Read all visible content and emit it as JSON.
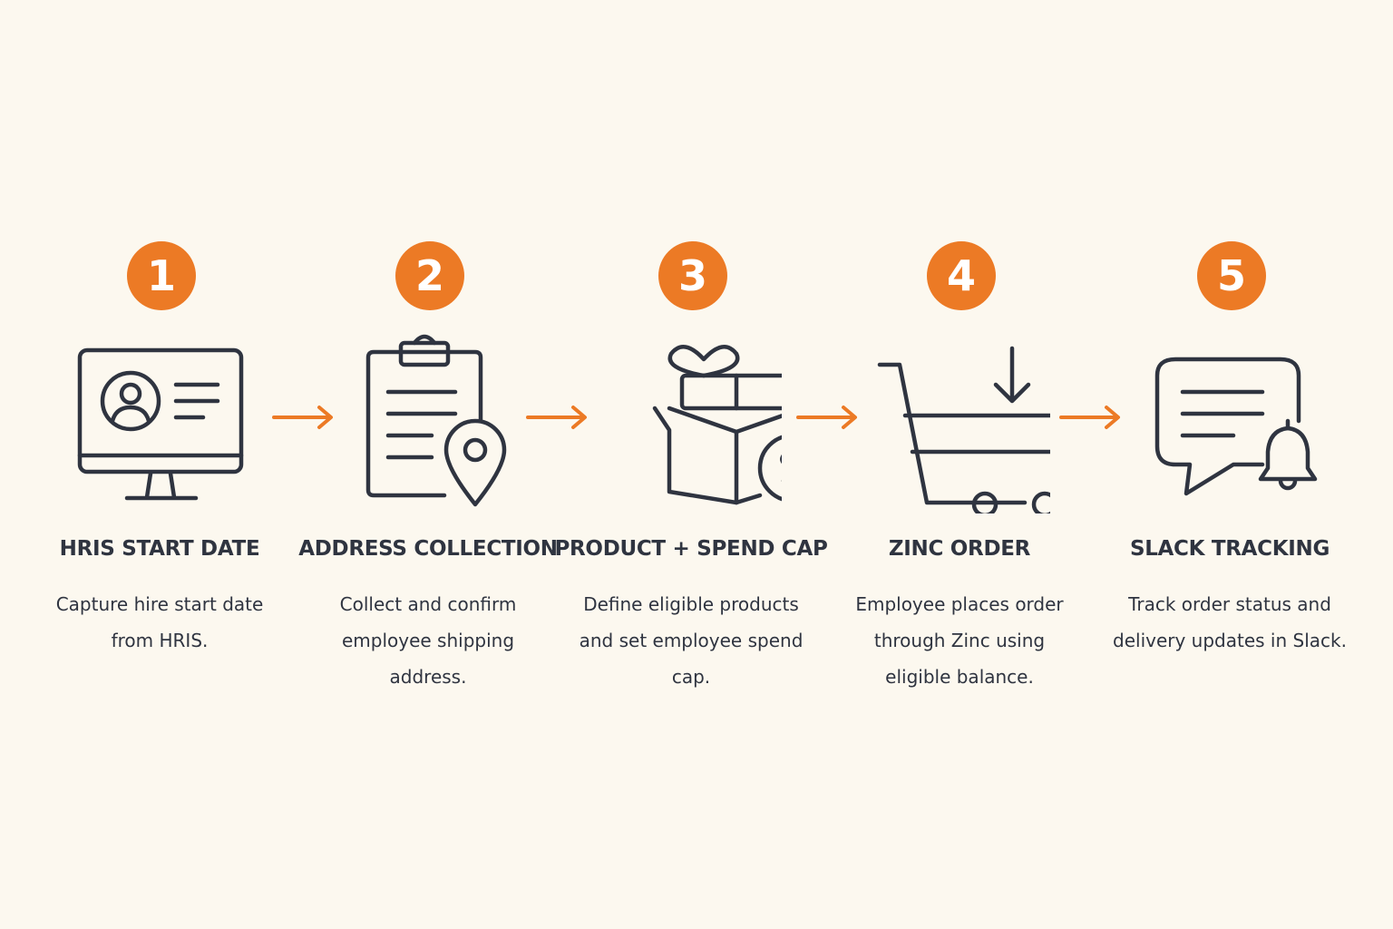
{
  "accent_color": "#ec7a25",
  "background_color": "#fcf8ef",
  "text_color": "#2f3440",
  "steps": [
    {
      "number": "1",
      "icon": "monitor-profile-icon",
      "title": "HRIS START DATE",
      "description": "Capture hire start date from HRIS."
    },
    {
      "number": "2",
      "icon": "clipboard-location-icon",
      "title": "ADDRESS COLLECTION",
      "description": "Collect and confirm employee shipping address."
    },
    {
      "number": "3",
      "icon": "gift-box-dollar-icon",
      "title": "PRODUCT + SPEND CAP",
      "description": "Define eligible products and set employee spend cap."
    },
    {
      "number": "4",
      "icon": "shopping-cart-icon",
      "title": "ZINC ORDER",
      "description": "Employee places order through Zinc using eligible balance."
    },
    {
      "number": "5",
      "icon": "chat-bell-icon",
      "title": "SLACK TRACKING",
      "description": "Track order status and delivery updates in Slack."
    }
  ]
}
